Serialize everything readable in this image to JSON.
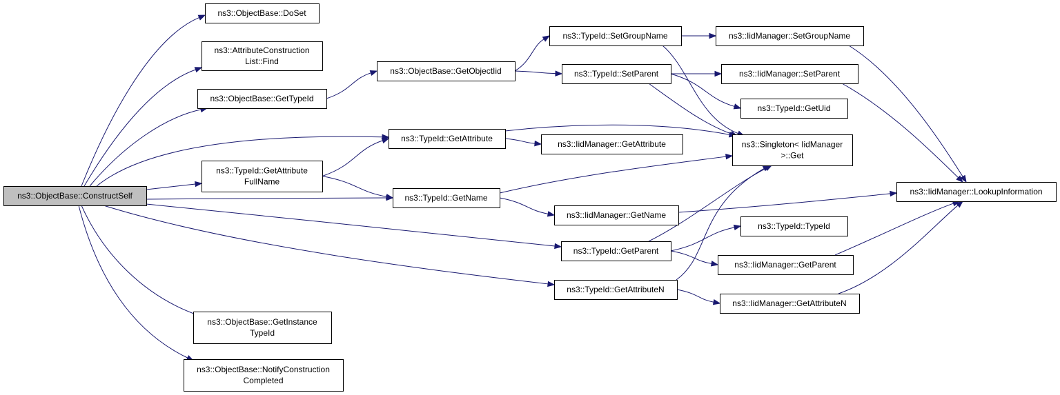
{
  "diagram": {
    "nodes": [
      {
        "id": "construct_self",
        "lines": [
          "ns3::ObjectBase::ConstructSelf"
        ],
        "root": true
      },
      {
        "id": "doset",
        "lines": [
          "ns3::ObjectBase::DoSet"
        ]
      },
      {
        "id": "acl_find",
        "lines": [
          "ns3::AttributeConstruction",
          "List::Find"
        ]
      },
      {
        "id": "ob_gettypeid",
        "lines": [
          "ns3::ObjectBase::GetTypeId"
        ]
      },
      {
        "id": "ob_getobjectiid",
        "lines": [
          "ns3::ObjectBase::GetObjectIid"
        ]
      },
      {
        "id": "tid_setgroupname",
        "lines": [
          "ns3::TypeId::SetGroupName"
        ]
      },
      {
        "id": "iid_setgroupname",
        "lines": [
          "ns3::IidManager::SetGroupName"
        ]
      },
      {
        "id": "tid_setparent",
        "lines": [
          "ns3::TypeId::SetParent"
        ]
      },
      {
        "id": "iid_setparent",
        "lines": [
          "ns3::IidManager::SetParent"
        ]
      },
      {
        "id": "tid_getuid",
        "lines": [
          "ns3::TypeId::GetUid"
        ]
      },
      {
        "id": "singleton_get",
        "lines": [
          "ns3::Singleton< IidManager",
          ">::Get"
        ]
      },
      {
        "id": "tid_getattribute",
        "lines": [
          "ns3::TypeId::GetAttribute"
        ]
      },
      {
        "id": "iid_getattribute",
        "lines": [
          "ns3::IidManager::GetAttribute"
        ]
      },
      {
        "id": "tid_getattributefullname",
        "lines": [
          "ns3::TypeId::GetAttribute",
          "FullName"
        ]
      },
      {
        "id": "tid_getname",
        "lines": [
          "ns3::TypeId::GetName"
        ]
      },
      {
        "id": "iid_getname",
        "lines": [
          "ns3::IidManager::GetName"
        ]
      },
      {
        "id": "iid_lookupinformation",
        "lines": [
          "ns3::IidManager::LookupInformation"
        ]
      },
      {
        "id": "tid_typeid",
        "lines": [
          "ns3::TypeId::TypeId"
        ]
      },
      {
        "id": "tid_getparent",
        "lines": [
          "ns3::TypeId::GetParent"
        ]
      },
      {
        "id": "iid_getparent",
        "lines": [
          "ns3::IidManager::GetParent"
        ]
      },
      {
        "id": "tid_getattributen",
        "lines": [
          "ns3::TypeId::GetAttributeN"
        ]
      },
      {
        "id": "iid_getattributen",
        "lines": [
          "ns3::IidManager::GetAttributeN"
        ]
      },
      {
        "id": "ob_getinstancetypeid",
        "lines": [
          "ns3::ObjectBase::GetInstance",
          "TypeId"
        ]
      },
      {
        "id": "ob_notifyconstructioncompleted",
        "lines": [
          "ns3::ObjectBase::NotifyConstruction",
          "Completed"
        ]
      }
    ],
    "edges": [
      [
        "construct_self",
        "doset"
      ],
      [
        "construct_self",
        "acl_find"
      ],
      [
        "construct_self",
        "ob_gettypeid"
      ],
      [
        "construct_self",
        "tid_getattribute"
      ],
      [
        "construct_self",
        "tid_getattributefullname"
      ],
      [
        "construct_self",
        "tid_getname"
      ],
      [
        "construct_self",
        "tid_getparent"
      ],
      [
        "construct_self",
        "tid_getattributen"
      ],
      [
        "construct_self",
        "ob_getinstancetypeid"
      ],
      [
        "construct_self",
        "ob_notifyconstructioncompleted"
      ],
      [
        "ob_gettypeid",
        "ob_getobjectiid"
      ],
      [
        "ob_getobjectiid",
        "tid_setgroupname"
      ],
      [
        "ob_getobjectiid",
        "tid_setparent"
      ],
      [
        "tid_setgroupname",
        "iid_setgroupname"
      ],
      [
        "tid_setgroupname",
        "singleton_get"
      ],
      [
        "tid_setparent",
        "iid_setparent"
      ],
      [
        "tid_setparent",
        "tid_getuid"
      ],
      [
        "tid_setparent",
        "singleton_get"
      ],
      [
        "iid_setgroupname",
        "iid_lookupinformation"
      ],
      [
        "iid_setparent",
        "iid_lookupinformation"
      ],
      [
        "tid_getattribute",
        "iid_getattribute"
      ],
      [
        "tid_getattribute",
        "singleton_get"
      ],
      [
        "tid_getattributefullname",
        "tid_getattribute"
      ],
      [
        "tid_getattributefullname",
        "tid_getname"
      ],
      [
        "tid_getname",
        "singleton_get"
      ],
      [
        "tid_getname",
        "iid_getname"
      ],
      [
        "iid_getname",
        "iid_lookupinformation"
      ],
      [
        "tid_getparent",
        "tid_typeid"
      ],
      [
        "tid_getparent",
        "iid_getparent"
      ],
      [
        "tid_getparent",
        "singleton_get"
      ],
      [
        "iid_getparent",
        "iid_lookupinformation"
      ],
      [
        "tid_getattributen",
        "iid_getattributen"
      ],
      [
        "tid_getattributen",
        "singleton_get"
      ],
      [
        "iid_getattributen",
        "iid_lookupinformation"
      ]
    ]
  }
}
